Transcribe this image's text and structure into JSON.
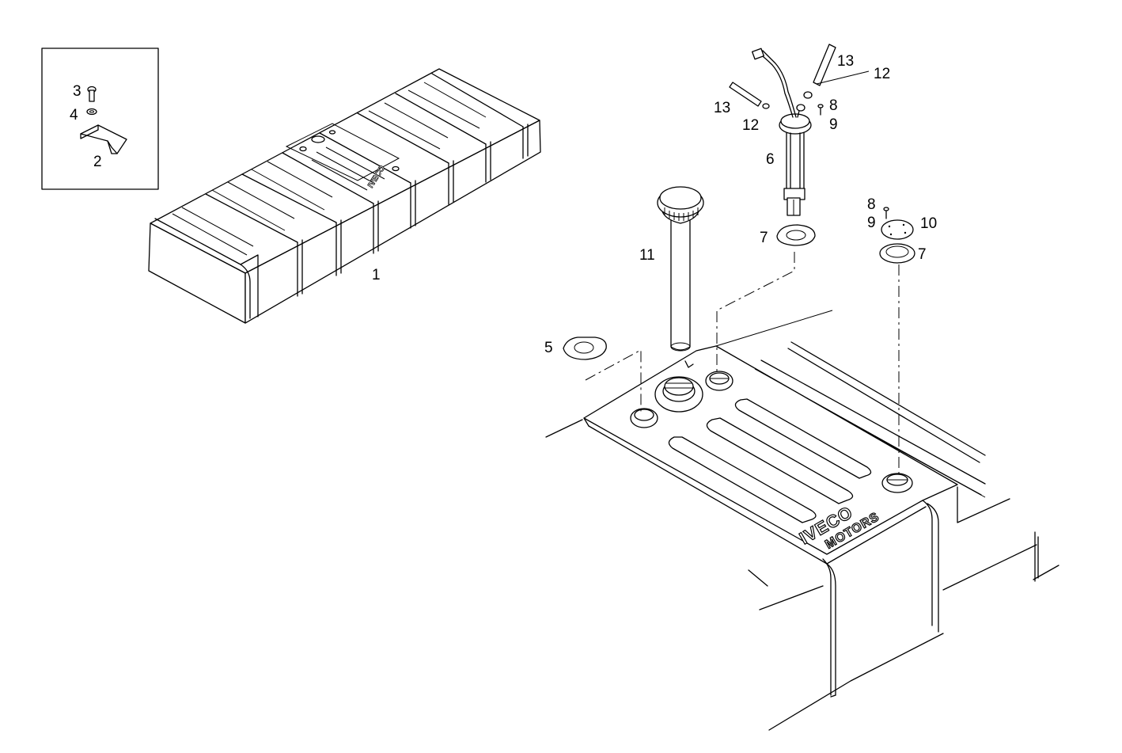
{
  "callouts": {
    "c1": "1",
    "c2": "2",
    "c3": "3",
    "c4": "4",
    "c5": "5",
    "c6": "6",
    "c7a": "7",
    "c7b": "7",
    "c8a": "8",
    "c8b": "8",
    "c9a": "9",
    "c9b": "9",
    "c10": "10",
    "c11": "11",
    "c12a": "12",
    "c12b": "12",
    "c13a": "13",
    "c13b": "13"
  },
  "branding": {
    "logo_top": "IVECO",
    "logo_bottom": "MOTORS"
  }
}
